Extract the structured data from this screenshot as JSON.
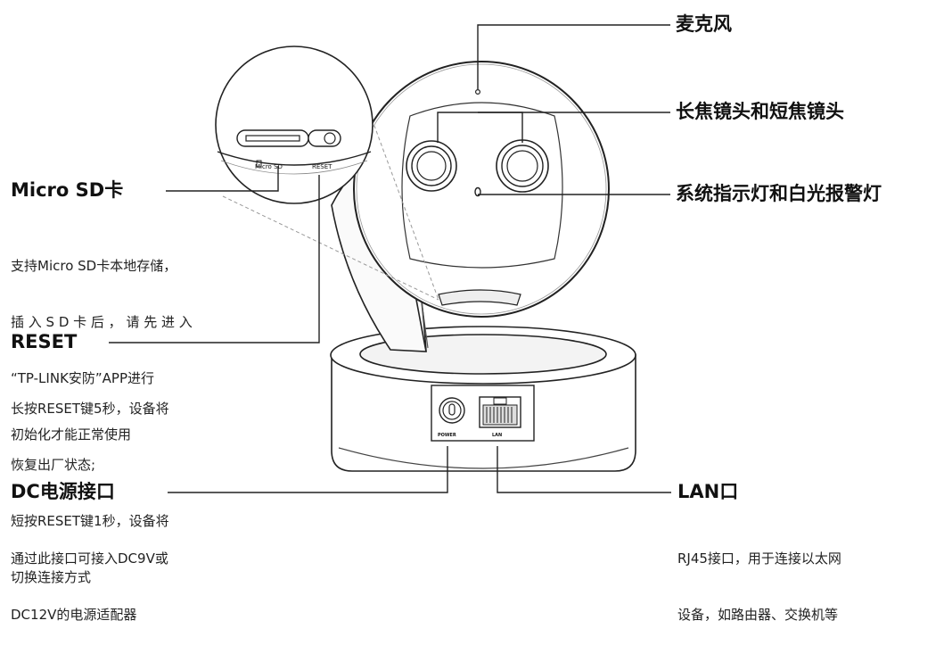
{
  "labels": {
    "microphone": "麦克风",
    "lenses": "长焦镜头和短焦镜头",
    "indicator": "系统指示灯和白光报警灯",
    "microsd": "Micro SD卡",
    "reset": "RESET",
    "dc": "DC电源接口",
    "lan": "LAN口"
  },
  "descriptions": {
    "microsd": [
      "支持Micro SD卡本地存储，",
      "插 入 S D 卡 后 ， 请 先 进 入",
      "“TP-LINK安防”APP进行",
      "初始化才能正常使用"
    ],
    "reset": [
      "长按RESET键5秒，设备将",
      "恢复出厂状态;",
      "短按RESET键1秒，设备将",
      "切换连接方式"
    ],
    "dc": [
      "通过此接口可接入DC9V或",
      "DC12V的电源适配器"
    ],
    "lan": [
      "RJ45接口，用于连接以太网",
      "设备，如路由器、交换机等"
    ]
  },
  "device_text": {
    "microsd_slot": "Micro SD",
    "reset_slot": "RESET",
    "power_port": "POWER",
    "lan_port": "LAN"
  }
}
